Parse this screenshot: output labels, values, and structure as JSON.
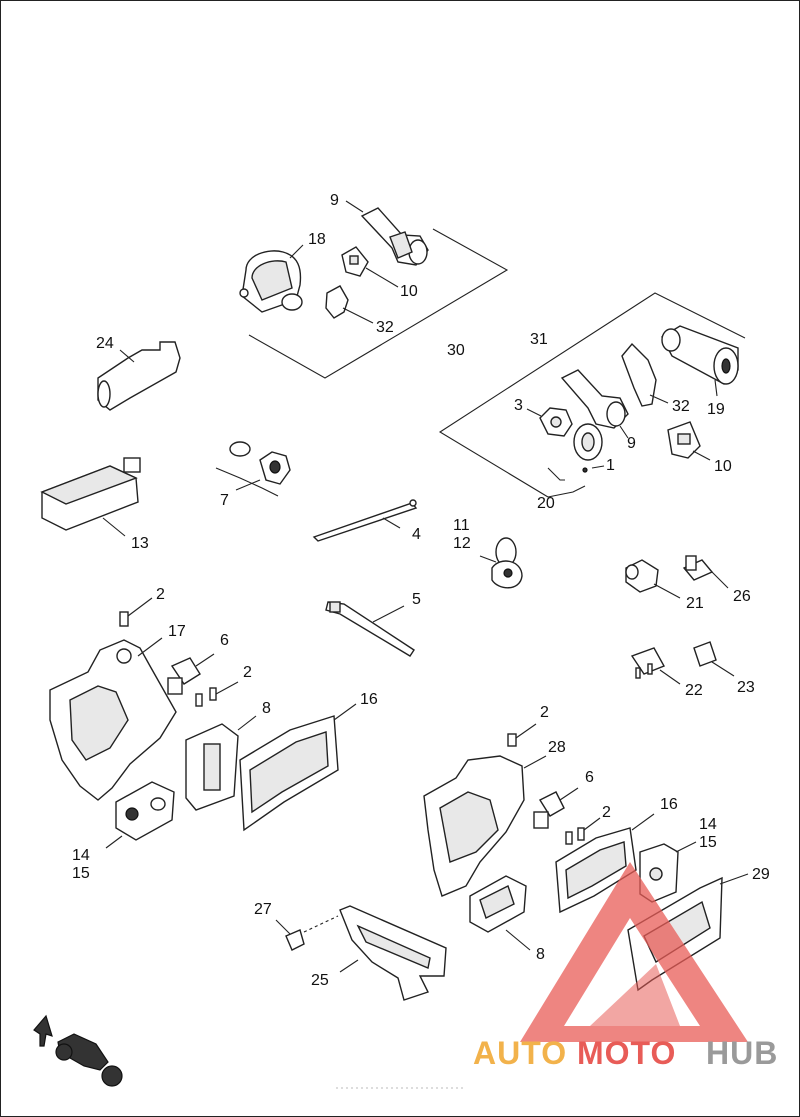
{
  "diagram": {
    "callouts": [
      "9",
      "18",
      "10",
      "32",
      "30",
      "31",
      "24",
      "3",
      "19",
      "32",
      "9",
      "1",
      "10",
      "20",
      "7",
      "13",
      "4",
      "11",
      "12",
      "21",
      "26",
      "5",
      "2",
      "17",
      "6",
      "2",
      "22",
      "23",
      "8",
      "16",
      "2",
      "28",
      "6",
      "16",
      "2",
      "14",
      "15",
      "14",
      "15",
      "29",
      "27",
      "8",
      "25"
    ],
    "direction_icon": "motorcycle-forward-arrow-icon"
  },
  "watermark": {
    "part_a": "AUTO",
    "part_b": "MOTO",
    "part_c": "HUB",
    "colors": {
      "auto": "#f2b24b",
      "moto": "#e85c57",
      "hub": "#9a9a9a",
      "triangle": "#e85c57"
    }
  }
}
